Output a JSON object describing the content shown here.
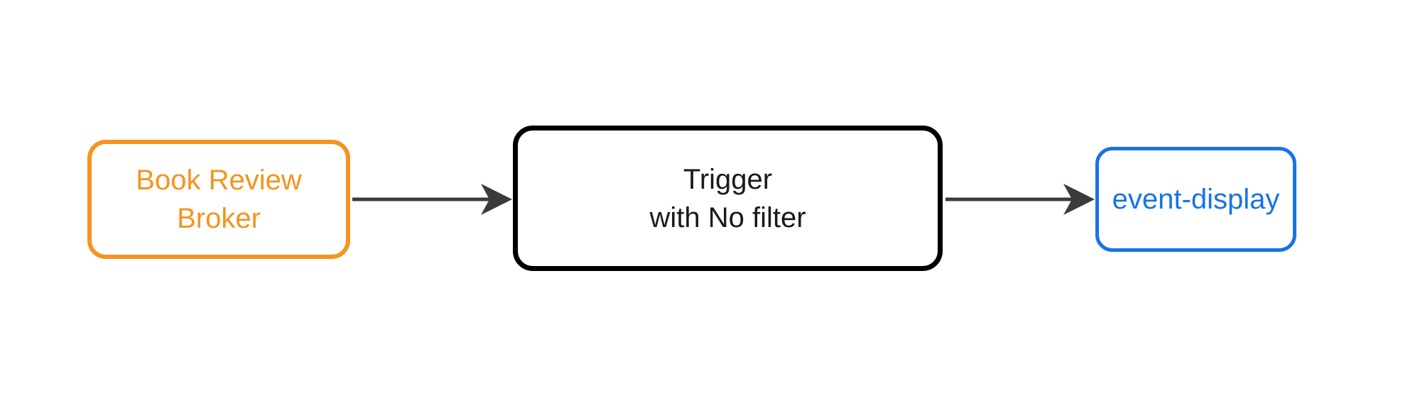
{
  "diagram": {
    "type": "flowchart",
    "direction": "left-to-right",
    "nodes": {
      "broker": {
        "line1": "Book Review",
        "line2": "Broker"
      },
      "trigger": {
        "line1": "Trigger",
        "line2": "with No filter"
      },
      "event_display": {
        "label": "event-display"
      }
    },
    "edges": [
      {
        "from": "broker",
        "to": "trigger"
      },
      {
        "from": "trigger",
        "to": "event_display"
      }
    ]
  },
  "colors": {
    "background": "#FFFFFF",
    "broker": "#F5941F",
    "trigger_border": "#000000",
    "trigger_text": "#1A1A1A",
    "event_display": "#1773E6",
    "edge": "#3B3B3B"
  }
}
